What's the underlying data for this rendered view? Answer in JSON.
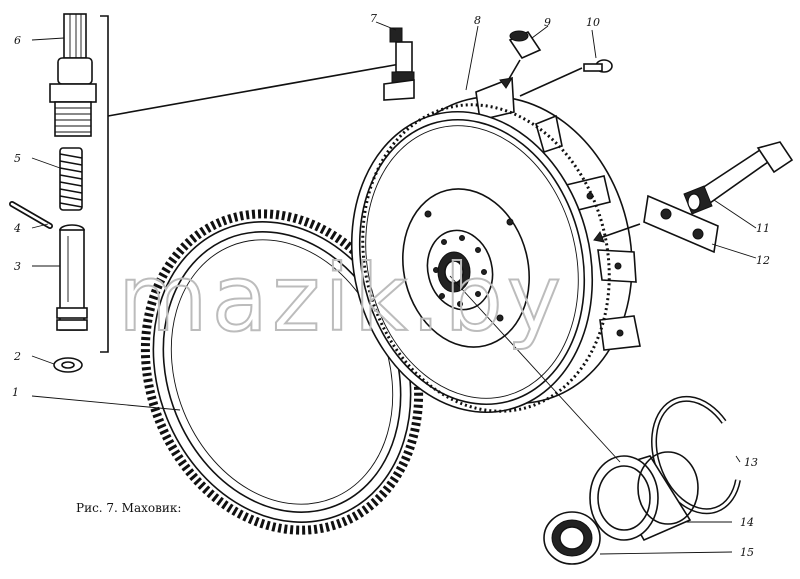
{
  "caption": "Рис. 7. Маховик:",
  "watermark": "mazik.by",
  "corner_mark": "",
  "part_labels": [
    "1",
    "2",
    "3",
    "4",
    "5",
    "6",
    "7",
    "8",
    "9",
    "10",
    "11",
    "12",
    "13",
    "14",
    "15"
  ]
}
